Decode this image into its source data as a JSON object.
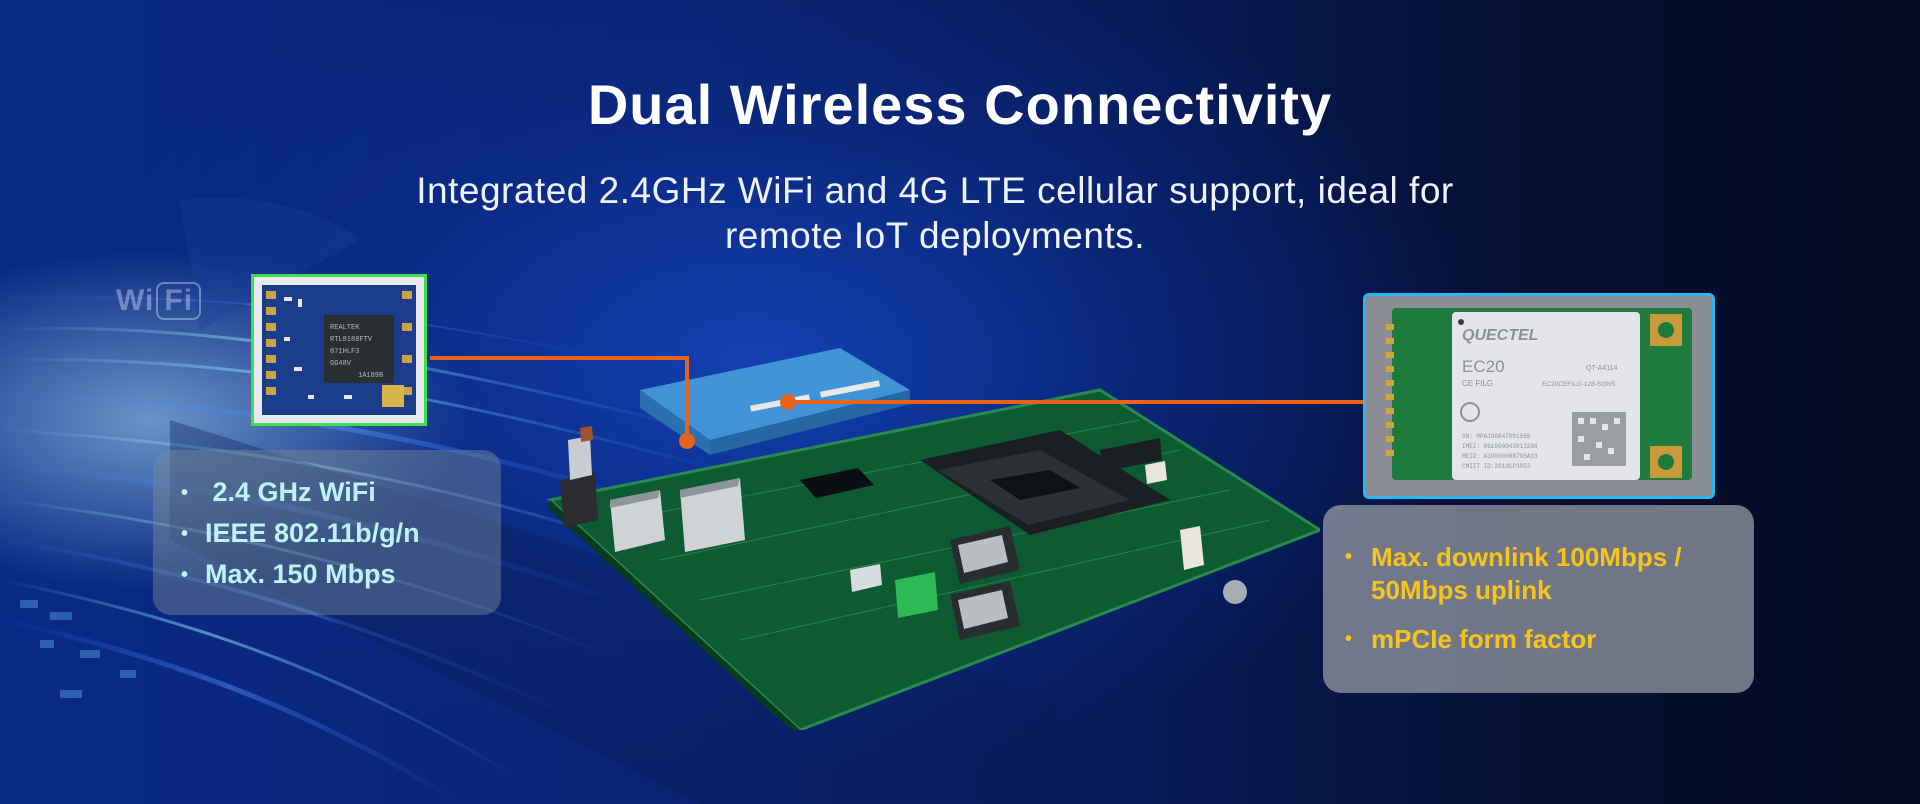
{
  "header": {
    "title": "Dual Wireless Connectivity",
    "subtitle": "Integrated 2.4GHz WiFi and 4G LTE cellular support, ideal for remote IoT deployments."
  },
  "wifi_logo": {
    "text_a": "Wi",
    "text_b": "Fi"
  },
  "wifi_panel": {
    "bullet": "•",
    "items": [
      "2.4 GHz WiFi",
      "IEEE 802.11b/g/n",
      "Max. 150 Mbps"
    ]
  },
  "wifi_chip": {
    "markings": [
      "REALTEK",
      "RTL8188FTV",
      "871HLF3",
      "GG48V",
      "1A189B"
    ]
  },
  "lte_panel": {
    "bullet": "•",
    "items": [
      "Max. downlink 100Mbps / 50Mbps uplink",
      "mPCIe form factor"
    ]
  },
  "lte_module": {
    "brand": "QUECTEL",
    "model": "EC20",
    "variant": "CE FILG",
    "side_code": "QT-A4114",
    "part_no": "EC20CEFILG-128-SGNS",
    "lines": [
      "SN: MPA19G847001569",
      "IMEI: 861960043013298",
      "MEID: A10000088795A13",
      "CMIIT ID:2018CP3053"
    ]
  },
  "colors": {
    "connector_line": "#e8631a",
    "wifi_frame": "#3ee04a",
    "lte_frame": "#2cb6f2",
    "wifi_text": "#bdf3fb",
    "lte_text": "#f7c51a"
  }
}
